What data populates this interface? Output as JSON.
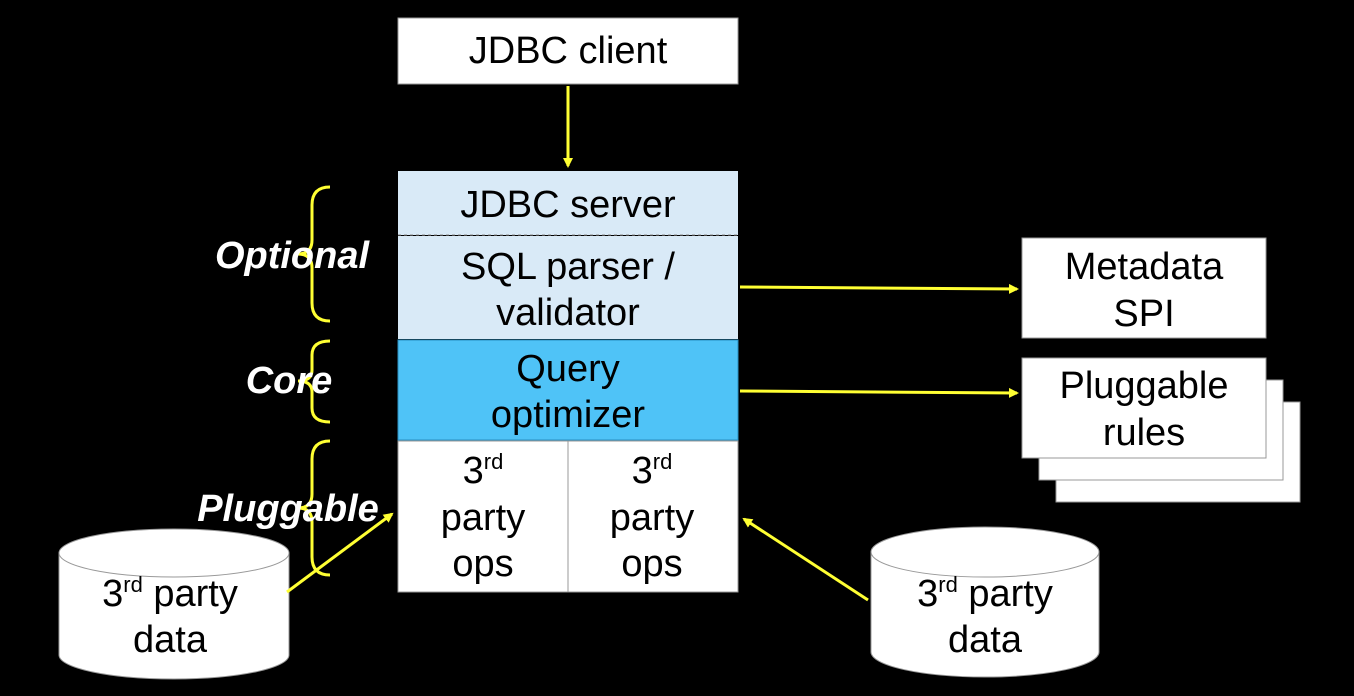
{
  "nodes": {
    "jdbc_client": "JDBC client",
    "jdbc_server": "JDBC server",
    "sql_parser_line1": "SQL parser /",
    "sql_parser_line2": "validator",
    "query_opt_line1": "Query",
    "query_opt_line2": "optimizer",
    "ops_left": {
      "num": "3",
      "sup": "rd",
      "line2": "party",
      "line3": "ops"
    },
    "ops_right": {
      "num": "3",
      "sup": "rd",
      "line2": "party",
      "line3": "ops"
    },
    "metadata_line1": "Metadata",
    "metadata_line2": "SPI",
    "rules_line1": "Pluggable",
    "rules_line2": "rules",
    "data_left": {
      "num": "3",
      "sup": "rd",
      "rest": " party",
      "line2": "data"
    },
    "data_right": {
      "num": "3",
      "sup": "rd",
      "rest": " party",
      "line2": "data"
    }
  },
  "labels": {
    "optional": "Optional",
    "core": "Core",
    "pluggable": "Pluggable"
  },
  "colors": {
    "background": "#000000",
    "arrow": "#ffff33",
    "light_blue": "#d9eaf7",
    "blue": "#4fc3f7",
    "white": "#ffffff"
  }
}
